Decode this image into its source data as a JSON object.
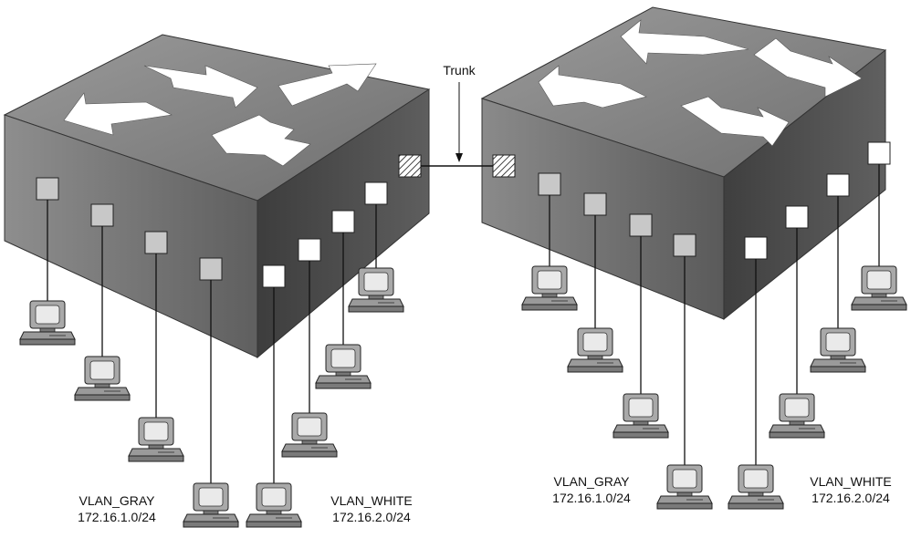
{
  "trunk_label": "Trunk",
  "colors": {
    "switch_top": "#8a8a8a",
    "switch_left": "#7d7d7d",
    "switch_right": "#535353",
    "arrow": "#ffffff",
    "port_gray": "#c8c8c8",
    "port_white": "#ffffff",
    "line": "#111111"
  },
  "switches": [
    {
      "id": "left",
      "vlan_gray": {
        "name": "VLAN_GRAY",
        "subnet": "172.16.1.0/24"
      },
      "vlan_white": {
        "name": "VLAN_WHITE",
        "subnet": "172.16.2.0/24"
      }
    },
    {
      "id": "right",
      "vlan_gray": {
        "name": "VLAN_GRAY",
        "subnet": "172.16.1.0/24"
      },
      "vlan_white": {
        "name": "VLAN_WHITE",
        "subnet": "172.16.2.0/24"
      }
    }
  ],
  "icons": [
    "switch-icon",
    "pc-icon",
    "trunk-port-icon",
    "access-port-icon",
    "arrow-icon"
  ]
}
